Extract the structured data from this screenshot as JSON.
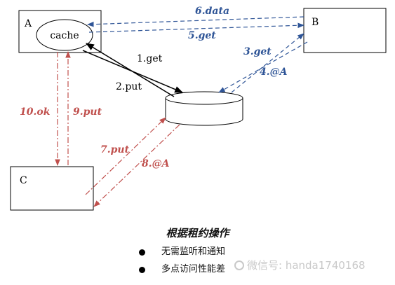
{
  "nodes": {
    "a": "A",
    "b": "B",
    "c": "C",
    "cache": "cache"
  },
  "edges": [
    {
      "id": "e1",
      "label": "1.get",
      "color": "#000000"
    },
    {
      "id": "e2",
      "label": "2.put",
      "color": "#000000"
    },
    {
      "id": "e3",
      "label": "3.get",
      "color": "#2f5597"
    },
    {
      "id": "e4",
      "label": "4.@A",
      "color": "#2f5597"
    },
    {
      "id": "e5",
      "label": "5.get",
      "color": "#2f5597"
    },
    {
      "id": "e6",
      "label": "6.data",
      "color": "#2f5597"
    },
    {
      "id": "e7",
      "label": "7.put",
      "color": "#c0504d"
    },
    {
      "id": "e8",
      "label": "8.@A",
      "color": "#c0504d"
    },
    {
      "id": "e9",
      "label": "9.put",
      "color": "#c0504d"
    },
    {
      "id": "e10",
      "label": "10.ok",
      "color": "#c0504d"
    }
  ],
  "caption": "根据租约操作",
  "bullets": [
    "无需监听和通知",
    "多点访问性能差"
  ],
  "watermark": "微信号: handa1740168"
}
